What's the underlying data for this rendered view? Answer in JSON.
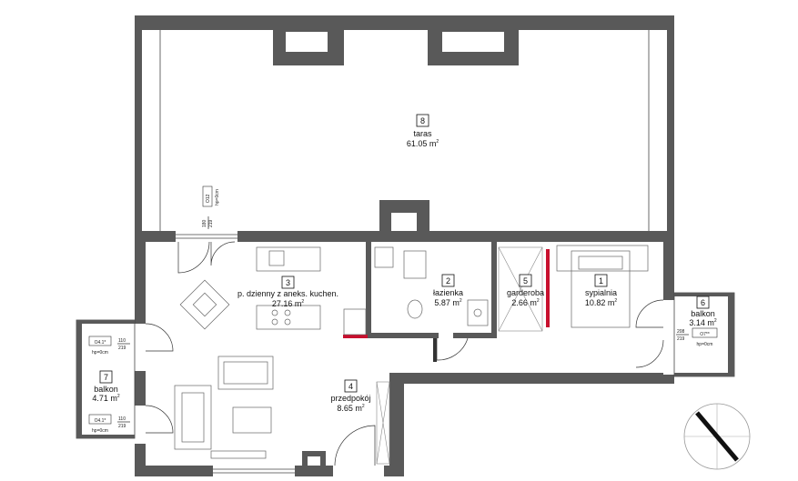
{
  "rooms": [
    {
      "num": "1",
      "name": "sypialnia",
      "area": "10.82 m",
      "sup": "2"
    },
    {
      "num": "2",
      "name": "łazienka",
      "area": "5.87 m",
      "sup": "2"
    },
    {
      "num": "3",
      "name": "p. dzienny z aneks. kuchen.",
      "area": "27.16 m",
      "sup": "2"
    },
    {
      "num": "4",
      "name": "przedpokój",
      "area": "8.65 m",
      "sup": "2"
    },
    {
      "num": "5",
      "name": "garderoba",
      "area": "2.66 m",
      "sup": "2"
    },
    {
      "num": "6",
      "name": "balkon",
      "area": "3.14 m",
      "sup": "2"
    },
    {
      "num": "7",
      "name": "balkon",
      "area": "4.71 m",
      "sup": "2"
    },
    {
      "num": "8",
      "name": "taras",
      "area": "61.05 m",
      "sup": "2"
    }
  ],
  "openings": {
    "o12": {
      "code": "O12",
      "hp": "hp=0cm",
      "w": "180",
      "h": "219"
    },
    "o7": {
      "code": "O7**",
      "hp": "hp=0cm",
      "w": "208",
      "h": "219"
    },
    "o4a": {
      "code": "O4.1*",
      "hp": "hp=0cm",
      "w": "110",
      "h": "219"
    },
    "o4b": {
      "code": "O4.1*",
      "hp": "hp=0cm",
      "w": "110",
      "h": "219"
    }
  },
  "colors": {
    "wall": "#595959",
    "accent": "#c8102e"
  },
  "icons": {
    "compass": "north-arrow-icon"
  }
}
